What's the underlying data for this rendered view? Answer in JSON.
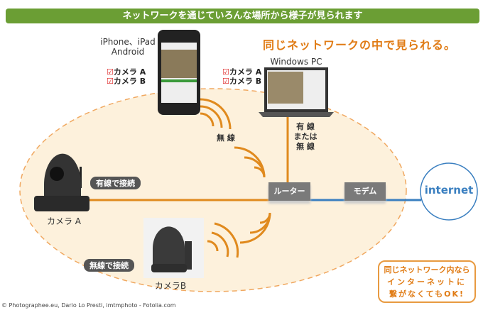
{
  "banner": "ネットワークを通じていろんな場所から様子が見られます",
  "headline": "同じネットワークの中で見られる。",
  "mobile": {
    "line1": "iPhone、iPad",
    "line2": "Android"
  },
  "pc": "Windows PC",
  "checks": [
    "カメラ A",
    "カメラ B"
  ],
  "wired_or_wireless": [
    "有 線",
    "または",
    "無 線"
  ],
  "wireless": "無 線",
  "wired_connect": "有線で接続",
  "wireless_connect": "無線で接続",
  "router": "ルーター",
  "modem": "モデム",
  "internet": "internet",
  "camera_a": "カメラ A",
  "camera_b": "カメラB",
  "note": [
    "同じネットワーク内なら",
    "インターネットに",
    "繋がなくてもOK!"
  ],
  "credit": "© Photographee.eu,  Dario Lo Presti, imtmphoto - Fotolia.com",
  "colors": {
    "green": "#6b9e34",
    "orange": "#e07b14",
    "blue": "#3a7fc0"
  }
}
